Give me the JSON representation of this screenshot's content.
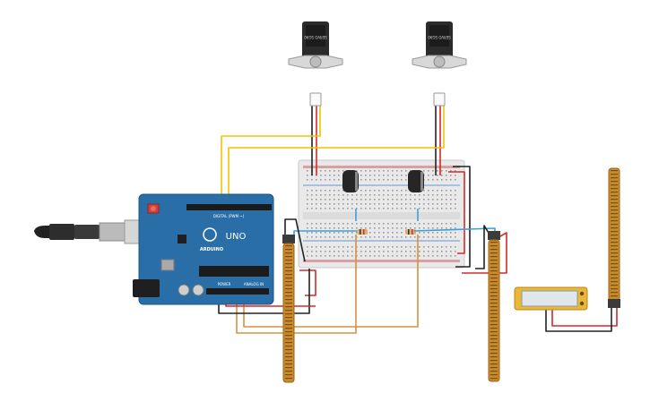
{
  "circuit": {
    "servo_left": {
      "label": "SERVO SG90"
    },
    "servo_right": {
      "label": "SERVO SG90"
    },
    "arduino": {
      "brand": "ARDUINO",
      "model": "UNO",
      "header_digital": "DIGITAL (PWM ~)",
      "header_power": "POWER",
      "header_analog": "ANALOG IN"
    },
    "colors": {
      "board": "#2a6ea8",
      "wire_red": "#d22a2a",
      "wire_black": "#222222",
      "wire_yellow": "#f2c200",
      "wire_orange": "#d8913d",
      "wire_blue": "#3aa0e0",
      "breadboard": "#e8e8e8",
      "flex_sensor": "#c98a2b"
    }
  }
}
